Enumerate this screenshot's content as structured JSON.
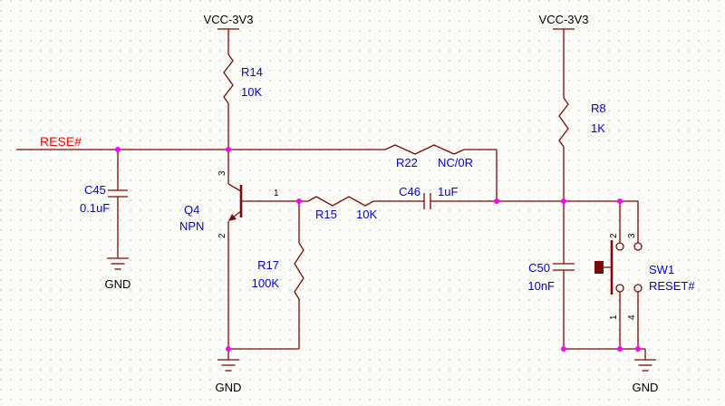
{
  "colors": {
    "wire": "#7d0a0a",
    "designator_text": "#0000e8",
    "net_label_text": "#ff0000",
    "power_text": "#000000",
    "junction_dot": "#ff00ff",
    "background": "#fbfbf8"
  },
  "net_labels": {
    "reset": "RESE#"
  },
  "power_ports": {
    "vcc_left": "VCC-3V3",
    "vcc_right": "VCC-3V3",
    "gnd_left": "GND",
    "gnd_middle": "GND",
    "gnd_right": "GND"
  },
  "components": {
    "R14": {
      "ref": "R14",
      "value": "10K"
    },
    "R8": {
      "ref": "R8",
      "value": "1K"
    },
    "R22": {
      "ref": "R22",
      "value": "NC/0R"
    },
    "R15": {
      "ref": "R15",
      "value": "10K"
    },
    "R17": {
      "ref": "R17",
      "value": "100K"
    },
    "C45": {
      "ref": "C45",
      "value": "0.1uF"
    },
    "C46": {
      "ref": "C46",
      "value": "1uF"
    },
    "C50": {
      "ref": "C50",
      "value": "10nF"
    },
    "Q4": {
      "ref": "Q4",
      "value": "NPN",
      "pin_collector": "3",
      "pin_base": "1",
      "pin_emitter": "2"
    },
    "SW1": {
      "ref": "SW1",
      "value": "RESET#",
      "pin_top_left": "2",
      "pin_top_right": "3",
      "pin_bottom_left": "1",
      "pin_bottom_right": "4"
    }
  }
}
